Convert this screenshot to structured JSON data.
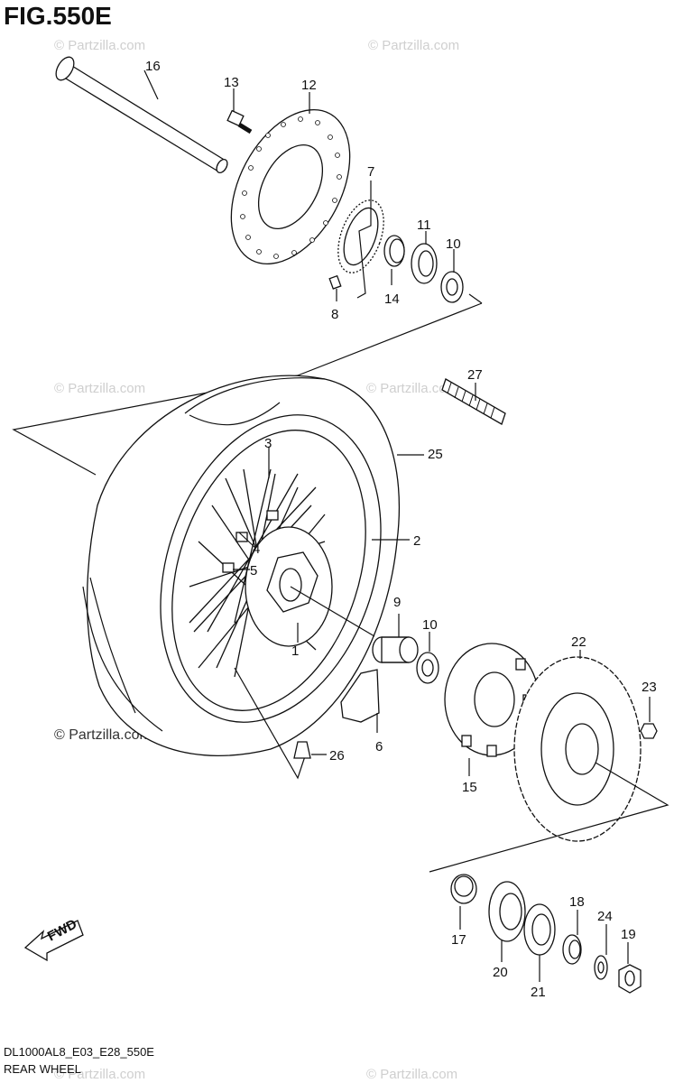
{
  "figure": {
    "title": "FIG.550E"
  },
  "watermarks": {
    "top_right": "© Partzilla.com",
    "top_left": "© Partzilla.com",
    "mid_left": "© Partzilla.com",
    "mid_right": "© Partzilla.com",
    "wheel_left": "© Partzilla.com",
    "bottom_left": "© Partzilla.com",
    "bottom_right": "© Partzilla.com"
  },
  "footer": {
    "code": "DL1000AL8_E03_E28_550E",
    "caption": "REAR WHEEL"
  },
  "fwd_label": "FWD",
  "callouts": {
    "c1": "1",
    "c2": "2",
    "c3": "3",
    "c4": "4",
    "c5": "5",
    "c6": "6",
    "c7": "7",
    "c8": "8",
    "c9": "9",
    "c10a": "10",
    "c10b": "10",
    "c11": "11",
    "c12": "12",
    "c13": "13",
    "c14": "14",
    "c15": "15",
    "c16": "16",
    "c17": "17",
    "c18": "18",
    "c19": "19",
    "c20": "20",
    "c21": "21",
    "c22": "22",
    "c23": "23",
    "c24": "24",
    "c25": "25",
    "c26": "26",
    "c27": "27"
  }
}
